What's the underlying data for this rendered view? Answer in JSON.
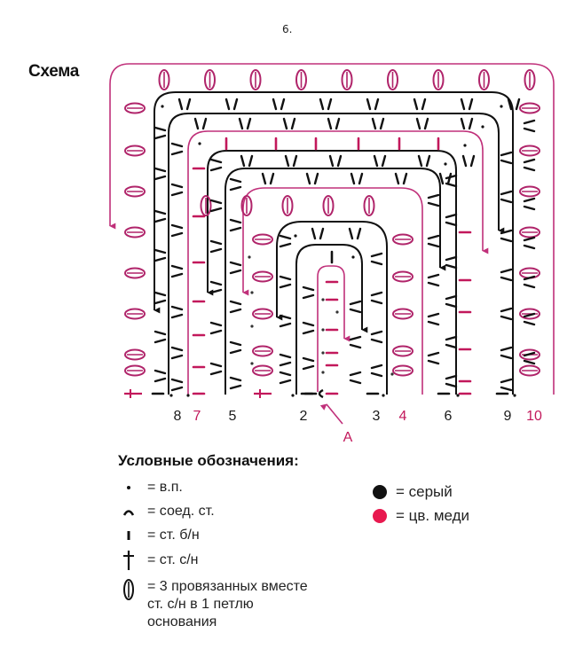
{
  "page_number": "6.",
  "scheme_title": "Схема",
  "colors": {
    "gray_yarn": "#1a1a1a",
    "copper_yarn": "#c2185b",
    "copper_line": "#c0307a",
    "symbol_pink": "#b0246a"
  },
  "rows": [
    {
      "label": "8",
      "color": "gray"
    },
    {
      "label": "7",
      "color": "copper"
    },
    {
      "label": "5",
      "color": "gray"
    },
    {
      "label": "2",
      "color": "gray"
    },
    {
      "label": "3",
      "color": "gray"
    },
    {
      "label": "4",
      "color": "copper"
    },
    {
      "label": "6",
      "color": "gray"
    },
    {
      "label": "9",
      "color": "gray"
    },
    {
      "label": "10",
      "color": "copper"
    }
  ],
  "start_marker": "A",
  "legend": {
    "title": "Условные обозначения:",
    "items": [
      {
        "symbol": "chain-stitch",
        "text": "= в.п."
      },
      {
        "symbol": "slip-stitch",
        "text": "= соед. ст."
      },
      {
        "symbol": "single-crochet",
        "text": "= ст. б/н"
      },
      {
        "symbol": "double-crochet",
        "text": "= ст. с/н"
      },
      {
        "symbol": "three-dc-cluster",
        "text_lines": [
          "= 3 провязанных вместе",
          "ст. с/н в 1 петлю",
          "основания"
        ]
      }
    ],
    "colors": [
      {
        "name": "gray",
        "text": "= серый",
        "hex": "#111111"
      },
      {
        "name": "copper",
        "text": "= цв. меди",
        "hex": "#e8194f"
      }
    ]
  }
}
